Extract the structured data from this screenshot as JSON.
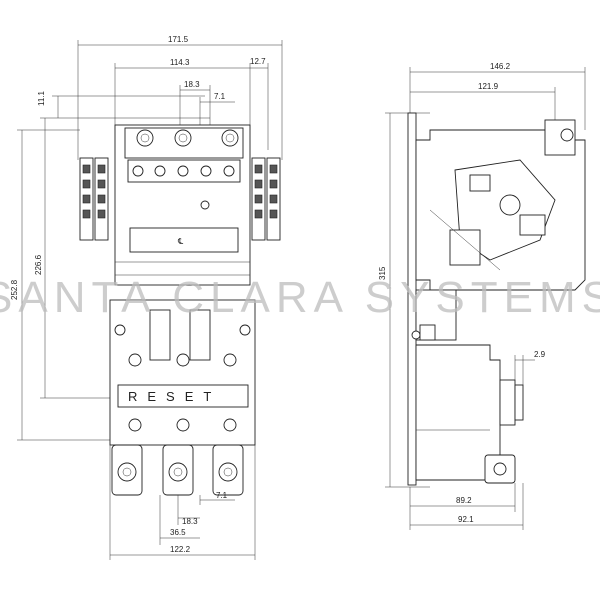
{
  "front_view": {
    "dims": {
      "overall_width": "171.5",
      "inner_width": "114.3",
      "right_offset": "12.7",
      "pitch_top": "18.3",
      "terminal_top": "7.1",
      "top_offset": "11.1",
      "contactor_height": "226.6",
      "overall_height": "252.8",
      "terminal_bottom": "7.1",
      "pitch_bottom": "18.3",
      "pitch_span": "36.5",
      "base_width": "122.2"
    },
    "reset_label": "RESET",
    "center_mark": "℄"
  },
  "side_view": {
    "dims": {
      "depth_overall": "146.2",
      "depth_upper": "121.9",
      "height": "315",
      "button_offset": "2.9",
      "depth_lower": "89.2",
      "depth_base": "92.1"
    }
  },
  "watermark": "SANTA CLARA SYSTEMS"
}
